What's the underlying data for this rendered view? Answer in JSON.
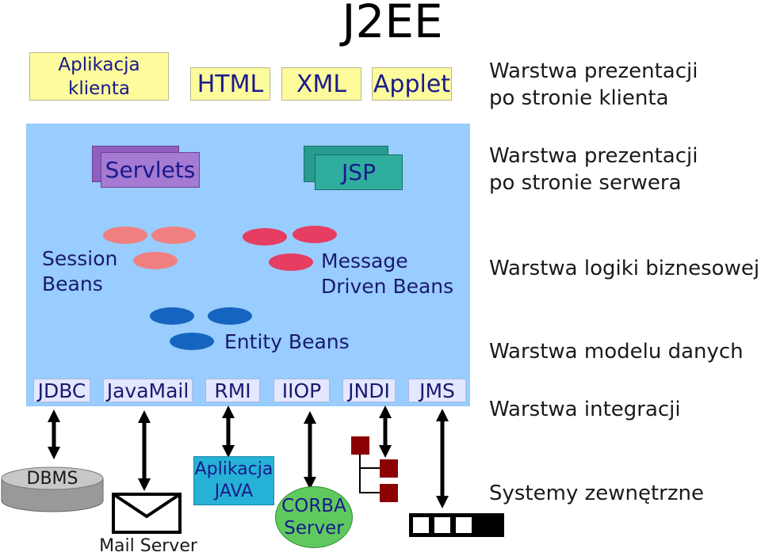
{
  "title": "J2EE",
  "client_row": {
    "client_app": "Aplikacja klienta",
    "html": "HTML",
    "xml": "XML",
    "applet": "Applet"
  },
  "tiers": {
    "client_presentation_1": "Warstwa prezentacji",
    "client_presentation_2": "po stronie klienta",
    "server_presentation_1": "Warstwa prezentacji",
    "server_presentation_2": "po stronie serwera",
    "business_logic": "Warstwa logiki biznesowej",
    "data_model": "Warstwa modelu danych",
    "integration": "Warstwa integracji",
    "external_systems": "Systemy zewnętrzne"
  },
  "components": {
    "servlets": "Servlets",
    "jsp": "JSP",
    "session_beans_1": "Session",
    "session_beans_2": "Beans",
    "message_beans_1": "Message",
    "message_beans_2": "Driven Beans",
    "entity_beans": "Entity Beans"
  },
  "protocols": [
    "JDBC",
    "JavaMail",
    "RMI",
    "IIOP",
    "JNDI",
    "JMS"
  ],
  "external": {
    "dbms": "DBMS",
    "mail_server": "Mail Server",
    "java_app_1": "Aplikacja",
    "java_app_2": "JAVA",
    "corba_1": "CORBA",
    "corba_2": "Server"
  },
  "colors": {
    "client_box": "#fdfb9c",
    "container": "#99ccff",
    "servlets": "#a57ad2",
    "jsp": "#2fae9e",
    "session_bean": "#f08080",
    "message_bean": "#e63d62",
    "entity_bean": "#1565c0",
    "protocol_box": "#e3e7ff",
    "java_app": "#26b2d6",
    "corba": "#5fc95f",
    "jndi_tree": "#8b0000"
  }
}
